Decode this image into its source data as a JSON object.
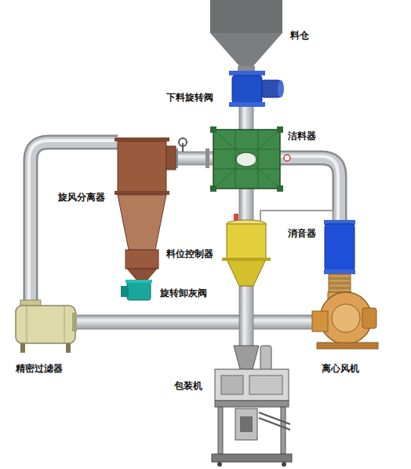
{
  "diagram": {
    "labels": [
      "料仓",
      "下料旋转阀",
      "洁料器",
      "旋风分离器",
      "消音器",
      "料位控制器",
      "旋转卸灰阀",
      "精密过滤器",
      "离心风机",
      "包装机"
    ]
  }
}
